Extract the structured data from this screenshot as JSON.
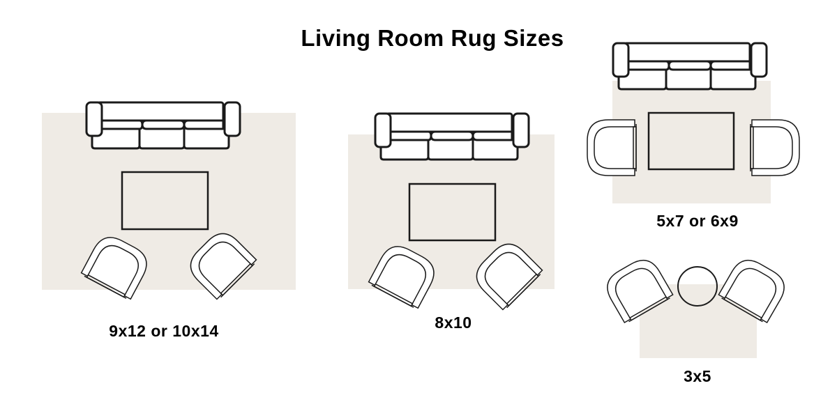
{
  "title": "Living Room Rug Sizes",
  "colors": {
    "rug": "#efebe5",
    "line": "#1a1a1a",
    "background": "#ffffff"
  },
  "layouts": [
    {
      "id": "large",
      "label": "9x12 or 10x14",
      "furniture": [
        "sofa",
        "coffee-table",
        "armchair",
        "armchair"
      ]
    },
    {
      "id": "medium",
      "label": "8x10",
      "furniture": [
        "sofa",
        "coffee-table",
        "armchair",
        "armchair"
      ]
    },
    {
      "id": "small",
      "label": "5x7 or 6x9",
      "furniture": [
        "sofa",
        "coffee-table",
        "armchair",
        "armchair"
      ]
    },
    {
      "id": "tiny",
      "label": "3x5",
      "furniture": [
        "round-side-table",
        "armchair",
        "armchair"
      ]
    }
  ]
}
